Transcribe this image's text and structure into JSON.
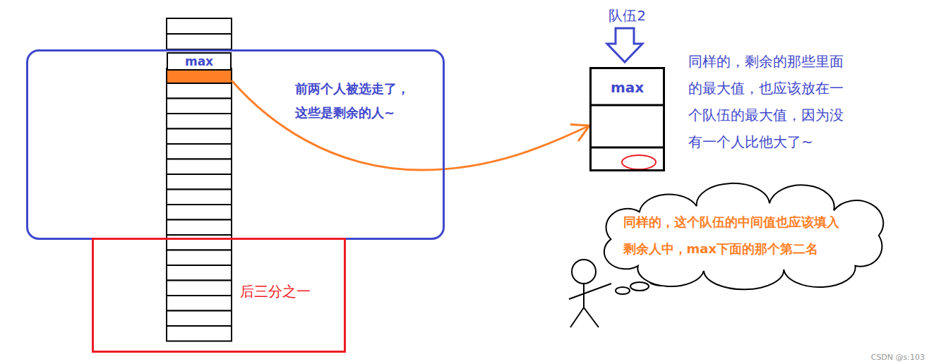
{
  "diagram": {
    "nodes": [
      {
        "text": [
          "前两个人被选走了， 这些是剩余的人~"
        ]
      },
      {
        "text": [
          "max"
        ],
        "in": 0
      },
      {
        "text": [
          "后三分之一"
        ]
      },
      {
        "text": [
          "队伍2"
        ]
      },
      {
        "text": [
          "max"
        ],
        "in": 3
      },
      {
        "text": [
          "同样的，这个队伍的中间值也应该填入 剩余人中，max下面的那个第二名"
        ]
      }
    ],
    "edges": [
      {
        "from": 0,
        "to": 3,
        "arrow": "to"
      }
    ],
    "labels": [
      "同样的，剩余的那些里面的最大值，也应该放在一个队伍的最大值，因为没有一个人比他大了~",
      "CSDN @s:103"
    ]
  }
}
